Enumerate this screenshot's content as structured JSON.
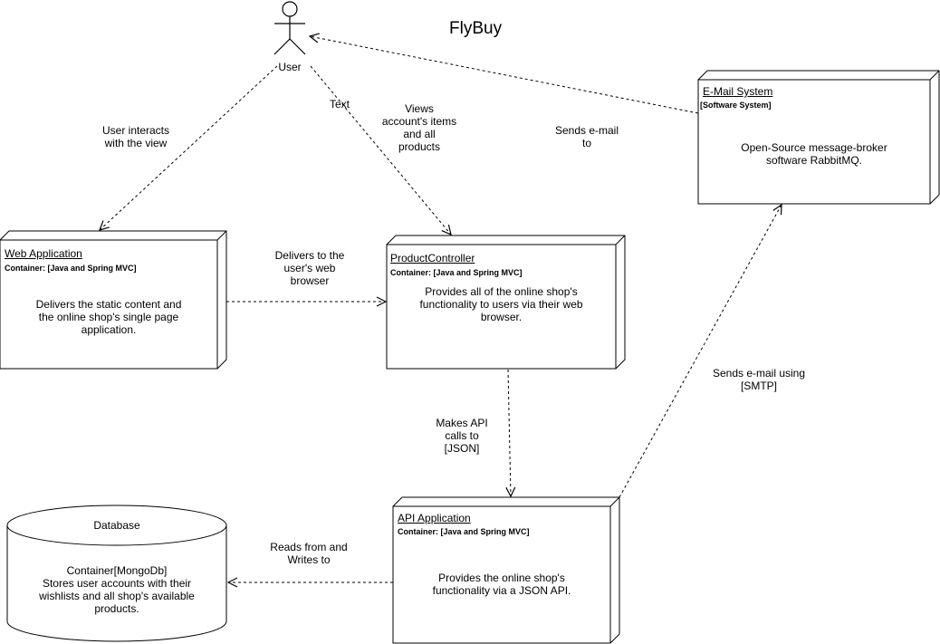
{
  "diagram": {
    "title": "FlyBuy",
    "actor": {
      "label": "User"
    },
    "nodes": {
      "web_app": {
        "title": "Web Application",
        "subtitle": "Container: [Java and Spring MVC]",
        "description": "Delivers the static content and\nthe online shop's single page\napplication."
      },
      "product_controller": {
        "title": "ProductController",
        "subtitle": "Container: [Java and Spring MVC]",
        "description": "Provides all of the online shop's\nfunctionality to users via their web\nbrowser."
      },
      "email_system": {
        "title": "E-Mail System",
        "subtitle": "[Software System]",
        "description": "Open-Source message-broker\nsoftware RabbitMQ."
      },
      "api_app": {
        "title": "API Application",
        "subtitle": "Container: [Java and Spring MVC]",
        "description": "Provides the online shop's\nfunctionality via a JSON API."
      },
      "database": {
        "title": "Database",
        "description": "Container[MongoDb]\nStores user accounts with their\nwishlists and all shop's available\nproducts."
      }
    },
    "edges": {
      "user_to_web": "User interacts\nwith the view",
      "user_to_product_text": "Text",
      "user_to_product": "Views\naccount's items\nand all\nproducts",
      "email_to_user": "Sends e-mail\nto",
      "web_to_product": "Delivers to the\nuser's web\nbrowser",
      "product_to_api": "Makes API\ncalls to\n[JSON]",
      "api_to_email": "Sends e-mail using\n[SMTP]",
      "api_to_db": "Reads from and\nWrites to"
    }
  }
}
